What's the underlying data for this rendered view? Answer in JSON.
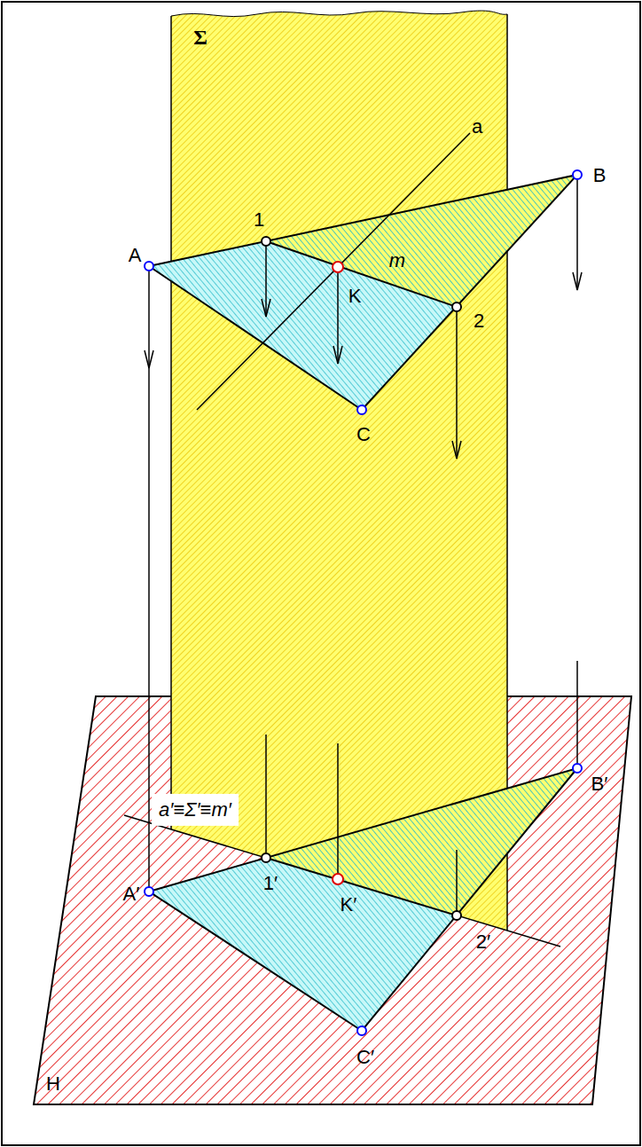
{
  "diagram": {
    "labels": [
      "Σ",
      "a",
      "B",
      "1",
      "A",
      "m",
      "K",
      "2",
      "C",
      "a′≡Σ′≡m′",
      "B′",
      "1′",
      "A′",
      "K′",
      "2′",
      "C′",
      "H"
    ]
  }
}
